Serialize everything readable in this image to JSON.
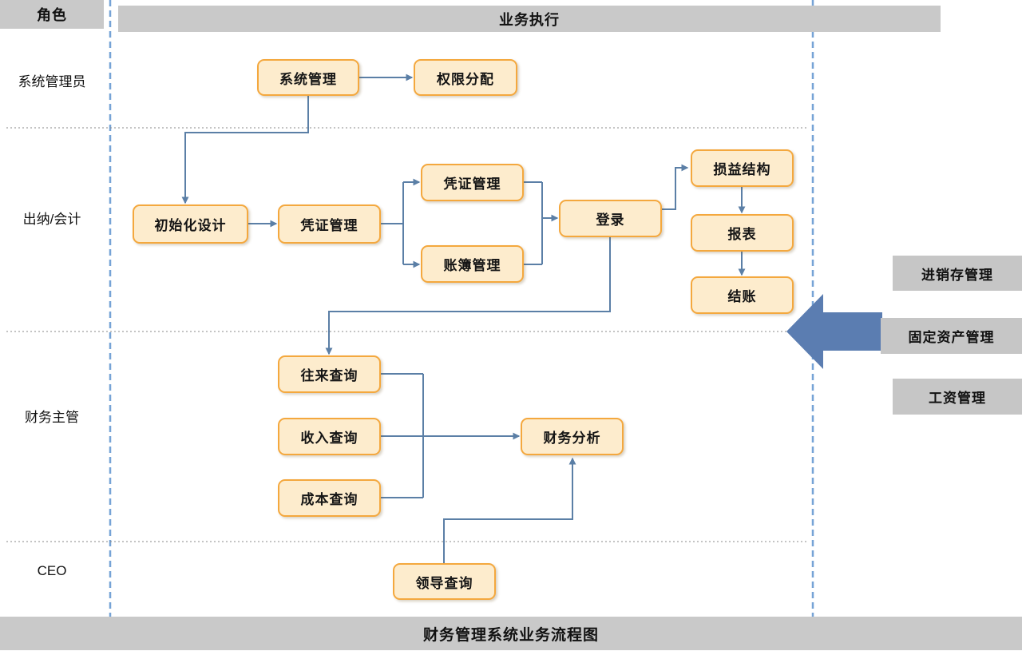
{
  "header": {
    "role": "角色",
    "execution": "业务执行"
  },
  "footer": {
    "title": "财务管理系统业务流程图"
  },
  "lanes": [
    {
      "label": "系统管理员"
    },
    {
      "label": "出纳/会计"
    },
    {
      "label": "财务主管"
    },
    {
      "label": "CEO"
    }
  ],
  "nodes": {
    "system_management": "系统管理",
    "permission_assignment": "权限分配",
    "initialization_design": "初始化设计",
    "voucher_management": "凭证管理",
    "voucher_management_2": "凭证管理",
    "ledger_management": "账簿管理",
    "login": "登录",
    "profit_loss_structure": "损益结构",
    "report": "报表",
    "closing": "结账",
    "transaction_query": "往来查询",
    "income_query": "收入查询",
    "cost_query": "成本查询",
    "financial_analysis": "财务分析",
    "leader_query": "领导查询"
  },
  "side_modules": [
    {
      "label": "进销存管理"
    },
    {
      "label": "固定资产管理"
    },
    {
      "label": "工资管理"
    }
  ],
  "colors": {
    "bar_gray": "#c9c9c9",
    "node_fill": "#fdeccd",
    "node_border": "#f4a83e",
    "connector_blue": "#5b7fa6",
    "boundary_dashed_blue": "#76a3d6",
    "lane_divider_gray": "#8a8a8a",
    "big_arrow_blue": "#5b7db1",
    "side_box_gray": "#c6c6c6"
  }
}
